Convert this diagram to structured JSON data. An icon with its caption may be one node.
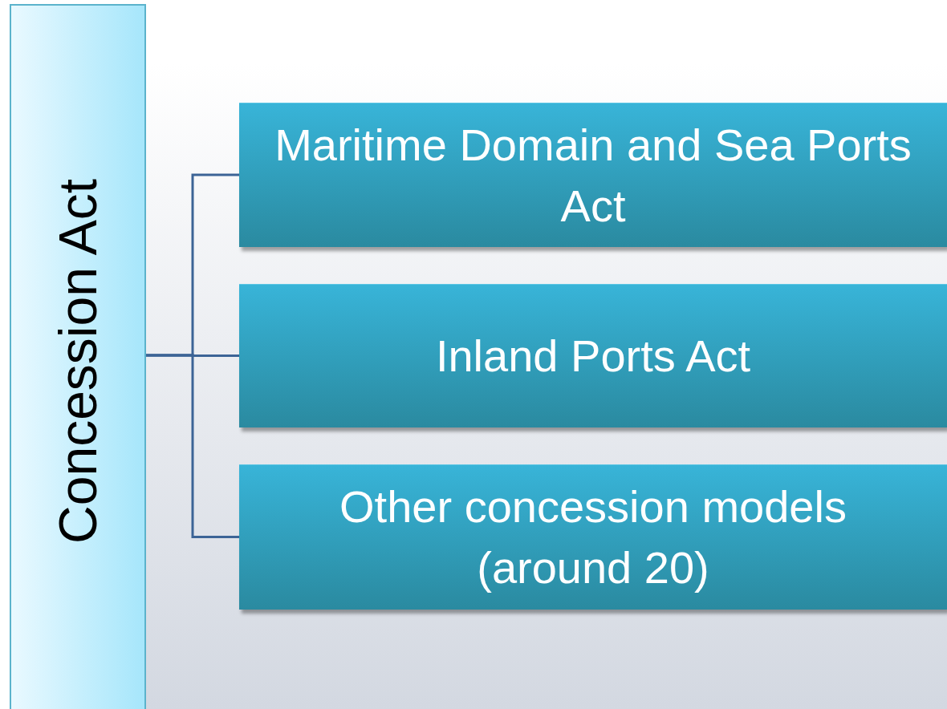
{
  "diagram": {
    "nodes": [
      {
        "text": [
          "Concession Act"
        ]
      },
      {
        "text": [
          "Maritime Domain and Sea Ports Act"
        ]
      },
      {
        "text": [
          "Inland Ports Act"
        ]
      },
      {
        "text": [
          "Other concession models (around 20)"
        ]
      }
    ],
    "edges": [
      {
        "from": 0,
        "to": 1,
        "arrow": "none"
      },
      {
        "from": 0,
        "to": 2,
        "arrow": "none"
      },
      {
        "from": 0,
        "to": 3,
        "arrow": "none"
      }
    ]
  }
}
